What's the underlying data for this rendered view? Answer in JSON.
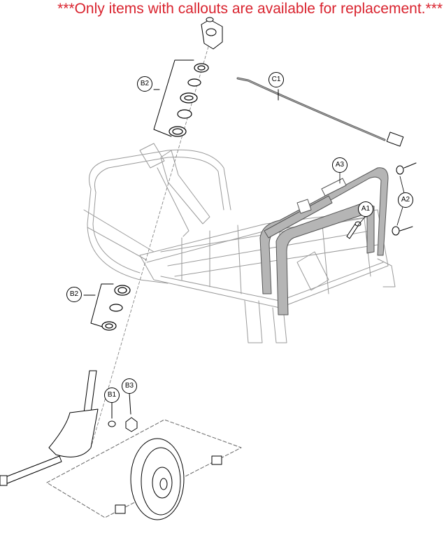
{
  "notice": "***Only items with callouts are available for replacement.***",
  "callouts": {
    "b2_upper": "B2",
    "c1": "C1",
    "a3": "A3",
    "a1": "A1",
    "a2": "A2",
    "b2_lower": "B2",
    "b1": "B1",
    "b3": "B3"
  },
  "colors": {
    "notice": "#d9232e",
    "strap": "#b5b5b5",
    "frame": "#9a9a9a"
  }
}
